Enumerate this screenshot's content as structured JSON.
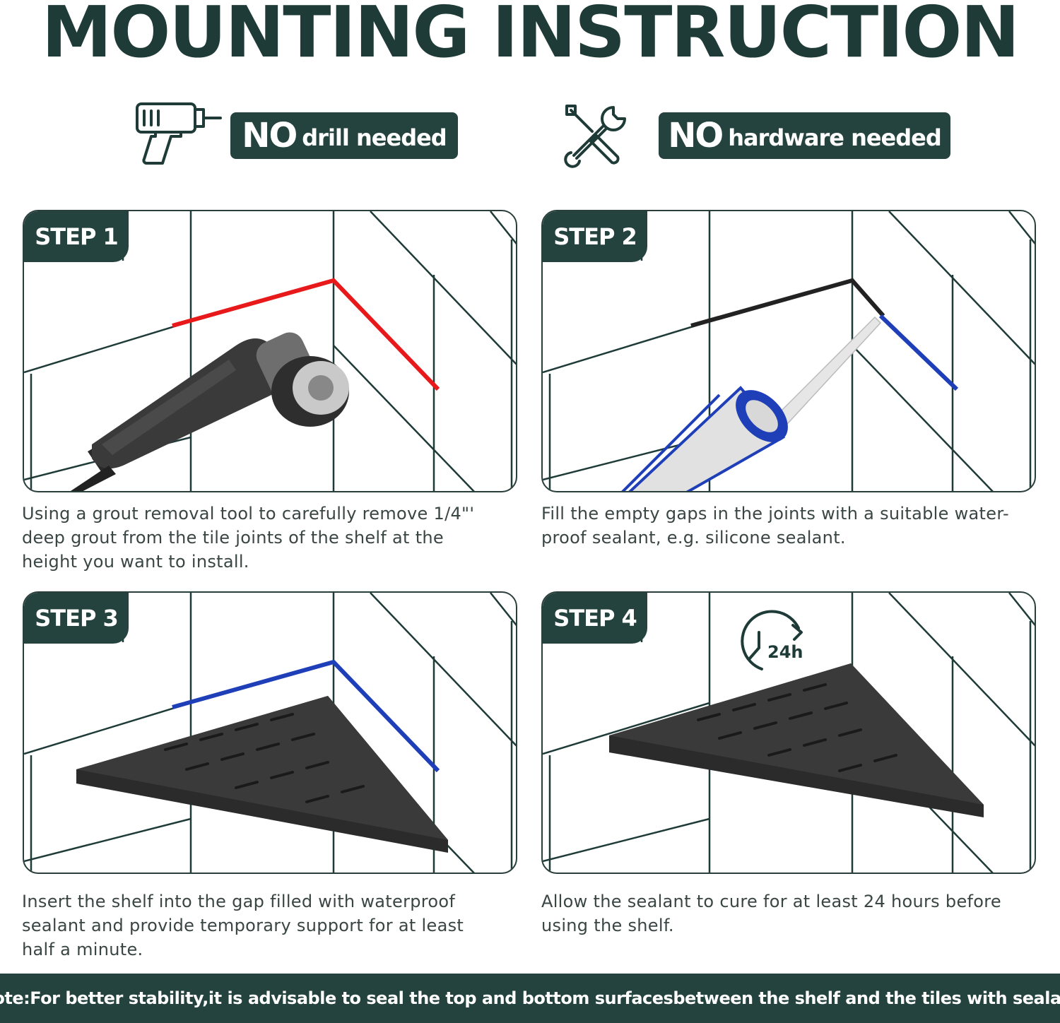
{
  "title": "MOUNTING INSTRUCTION",
  "badges": [
    {
      "big": "NO",
      "small": "drill needed",
      "icon": "drill-icon"
    },
    {
      "big": "NO",
      "small": "hardware needed",
      "icon": "tools-icon"
    }
  ],
  "steps": [
    {
      "label": "STEP 1",
      "caption": "Using a grout removal tool to carefully remove 1/4\"' deep grout from the tile joints of the shelf at the height you want to install."
    },
    {
      "label": "STEP 2",
      "caption": "Fill the empty gaps in the joints with a suitable water-proof sealant, e.g. silicone sealant."
    },
    {
      "label": "STEP 3",
      "caption": "Insert the shelf into the gap filled with waterproof sealant and provide temporary support for at least half a minute."
    },
    {
      "label": "STEP 4",
      "caption": "Allow the sealant to cure for at least 24 hours before using the shelf.",
      "timer_label": "24h"
    }
  ],
  "note": "(Note:For better stability,it is advisable to seal the top and bottom surfacesbetween the shelf and the tiles with sealant)",
  "colors": {
    "primary": "#24423e",
    "grout_removed": "#e8191b",
    "sealant": "#1f3fb8",
    "shelf": "#2b2b2b"
  }
}
